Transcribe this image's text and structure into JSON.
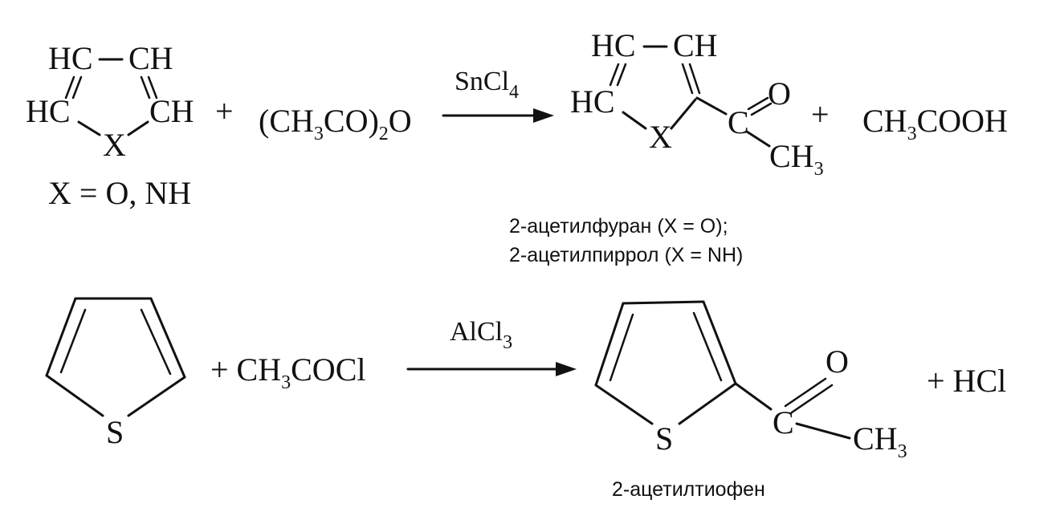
{
  "reaction1": {
    "reactant_ring": {
      "top_left": "HC",
      "top_right": "CH",
      "bottom_left": "HC",
      "bottom_right": "CH",
      "heteroatom": "X"
    },
    "condition_note": "X = O, NH",
    "plus_1": "+",
    "reagent": {
      "open": "(CH",
      "sub1": "3",
      "mid": "CO)",
      "sub2": "2",
      "tail": "O"
    },
    "catalyst": {
      "base": "SnCl",
      "sub": "4"
    },
    "product_ring": {
      "top_left": "HC",
      "top_right": "CH",
      "left": "HC",
      "heteroatom": "X",
      "carbonyl_c": "C",
      "carbonyl_o": "O",
      "methyl_base": "CH",
      "methyl_sub": "3"
    },
    "plus_2": "+",
    "byproduct": {
      "base": "CH",
      "sub": "3",
      "tail": "COOH"
    },
    "product_name_1": "2-ацетилфуран (X = O);",
    "product_name_2": "2-ацетилпиррол (X = NH)"
  },
  "reaction2": {
    "thiophene_s": "S",
    "reagent": {
      "prefix": "+ CH",
      "sub1": "3",
      "mid": "COCl"
    },
    "catalyst": {
      "base": "AlCl",
      "sub": "3"
    },
    "product": {
      "s": "S",
      "carbonyl_c": "C",
      "carbonyl_o": "O",
      "methyl_base": "CH",
      "methyl_sub": "3"
    },
    "byproduct": "+ HCl",
    "product_name": "2-ацетилтиофен"
  }
}
